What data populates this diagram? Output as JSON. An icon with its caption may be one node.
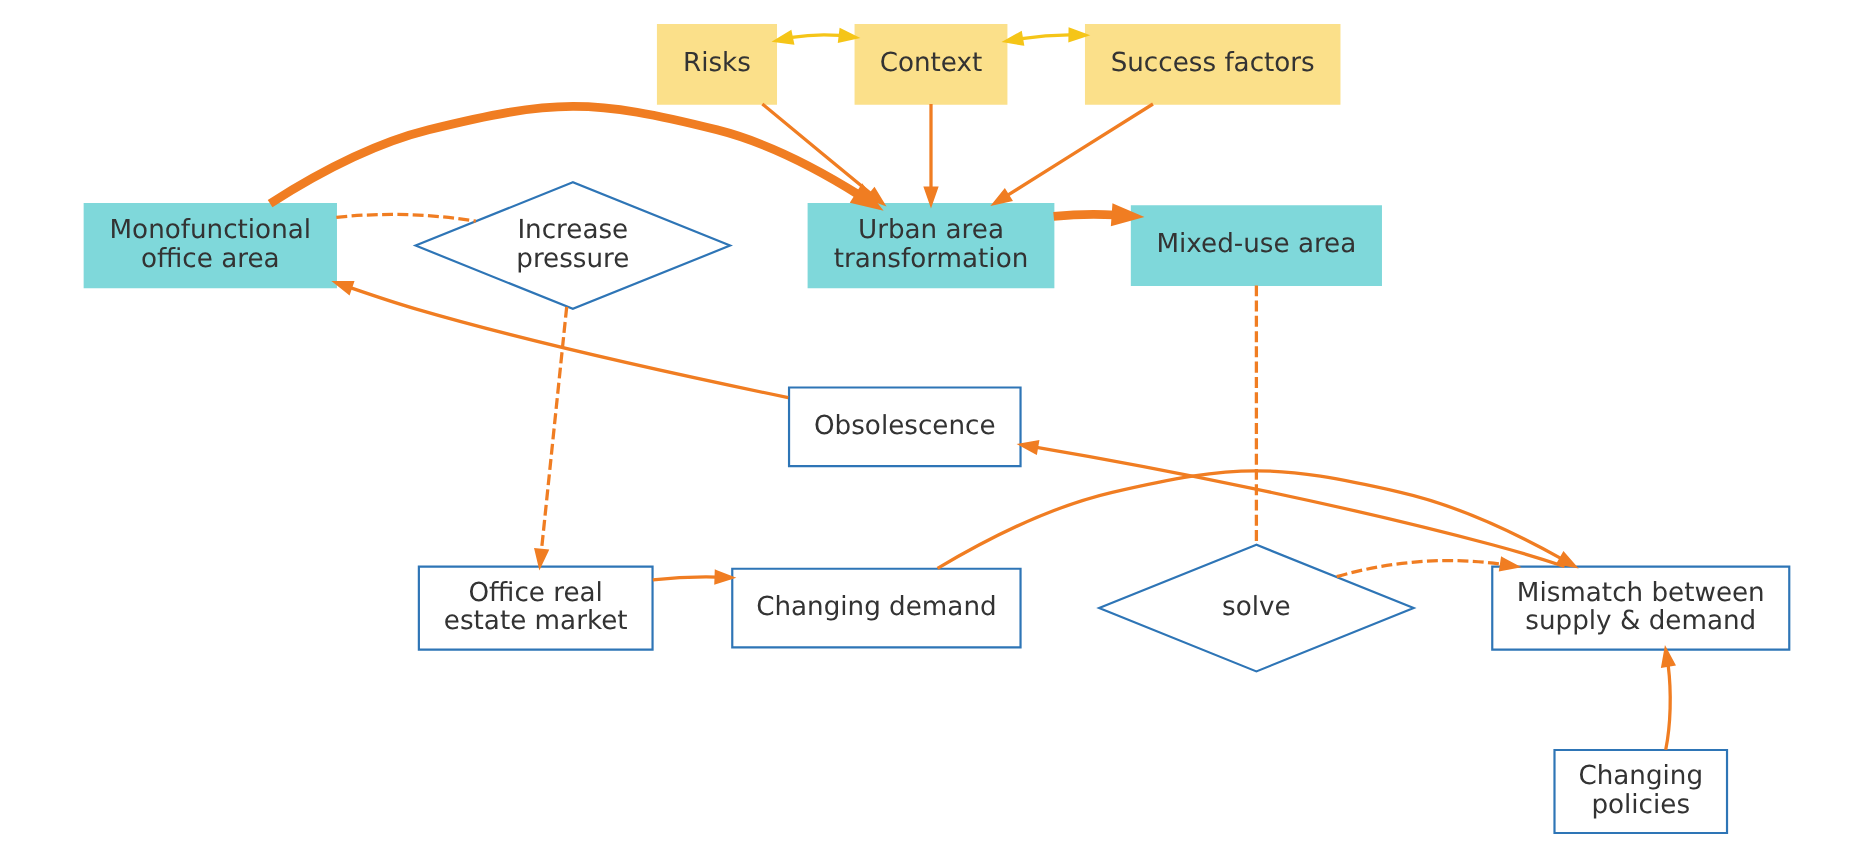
{
  "diagram": {
    "nodes": [
      {
        "text": [
          "Risks"
        ]
      },
      {
        "text": [
          "Context"
        ]
      },
      {
        "text": [
          "Success factors"
        ]
      },
      {
        "text": [
          "Monofunctional office area"
        ]
      },
      {
        "text": [
          "Urban area transformation"
        ]
      },
      {
        "text": [
          "Mixed-use area"
        ]
      },
      {
        "text": [
          "Increase pressure"
        ]
      },
      {
        "text": [
          "Obsolescence"
        ]
      },
      {
        "text": [
          "Office real estate market"
        ]
      },
      {
        "text": [
          "Changing demand"
        ]
      },
      {
        "text": [
          "Mismatch between supply & demand"
        ]
      },
      {
        "text": [
          "solve"
        ]
      },
      {
        "text": [
          "Changing policies"
        ]
      }
    ],
    "edges": [
      {
        "from": 0,
        "to": 1,
        "arrow": "both",
        "color": "#f5c518"
      },
      {
        "from": 1,
        "to": 2,
        "arrow": "both",
        "color": "#f5c518"
      },
      {
        "from": 0,
        "to": 4,
        "arrow": "to"
      },
      {
        "from": 1,
        "to": 4,
        "arrow": "to"
      },
      {
        "from": 2,
        "to": 4,
        "arrow": "to"
      },
      {
        "from": 3,
        "to": 4,
        "arrow": "to",
        "style": "thick"
      },
      {
        "from": 4,
        "to": 5,
        "arrow": "to",
        "style": "thick"
      },
      {
        "from": 3,
        "to": 6,
        "arrow": "none",
        "style": "dashed"
      },
      {
        "from": 6,
        "to": 8,
        "arrow": "to",
        "style": "dashed"
      },
      {
        "from": 5,
        "to": 11,
        "arrow": "none",
        "style": "dashed"
      },
      {
        "from": 11,
        "to": 10,
        "arrow": "to",
        "style": "dashed"
      },
      {
        "from": 8,
        "to": 9,
        "arrow": "to"
      },
      {
        "from": 9,
        "to": 10,
        "arrow": "to"
      },
      {
        "from": 12,
        "to": 10,
        "arrow": "to"
      },
      {
        "from": 10,
        "to": 7,
        "arrow": "to"
      },
      {
        "from": 7,
        "to": 3,
        "arrow": "to"
      }
    ]
  }
}
